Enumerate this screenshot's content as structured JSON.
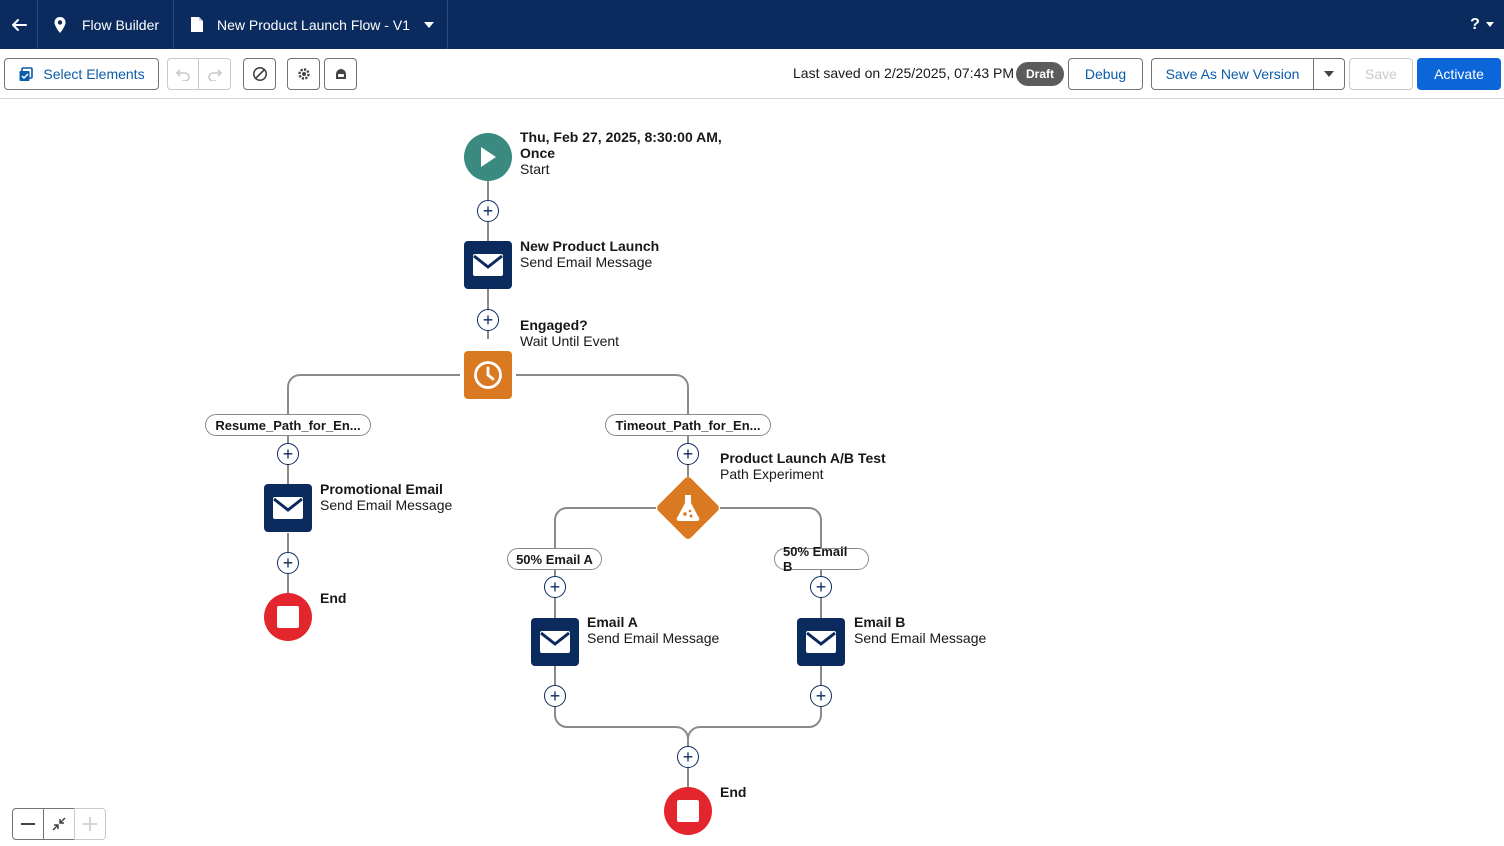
{
  "topbar": {
    "app_name": "Flow Builder",
    "flow_name": "New Product Launch Flow - V1",
    "help": "?"
  },
  "toolbar": {
    "select_elements": "Select Elements",
    "last_saved": "Last saved on 2/25/2025, 07:43 PM",
    "status_badge": "Draft",
    "debug": "Debug",
    "save_as_new_version": "Save As New Version",
    "save": "Save",
    "activate": "Activate"
  },
  "flow": {
    "start": {
      "title": "Thu, Feb 27, 2025, 8:30:00 AM,",
      "title2": "Once",
      "subtitle": "Start"
    },
    "new_product_launch": {
      "title": "New Product Launch",
      "subtitle": "Send Email Message"
    },
    "engaged": {
      "title": "Engaged?",
      "subtitle": "Wait Until Event"
    },
    "resume_path": "Resume_Path_for_En...",
    "timeout_path": "Timeout_Path_for_En...",
    "promotional_email": {
      "title": "Promotional Email",
      "subtitle": "Send Email Message"
    },
    "end_left": "End",
    "ab_test": {
      "title": "Product Launch A/B Test",
      "subtitle": "Path Experiment"
    },
    "path_a": "50% Email A",
    "path_b": "50% Email B",
    "email_a": {
      "title": "Email A",
      "subtitle": "Send Email Message"
    },
    "email_b": {
      "title": "Email B",
      "subtitle": "Send Email Message"
    },
    "end_bottom": "End"
  },
  "colors": {
    "nav": "#0b2a5e",
    "brand_button": "#0b66d9",
    "wait_node": "#d97a22",
    "start_node": "#3a8a80",
    "end_node": "#e3262d",
    "email_node": "#0b2a5e"
  }
}
